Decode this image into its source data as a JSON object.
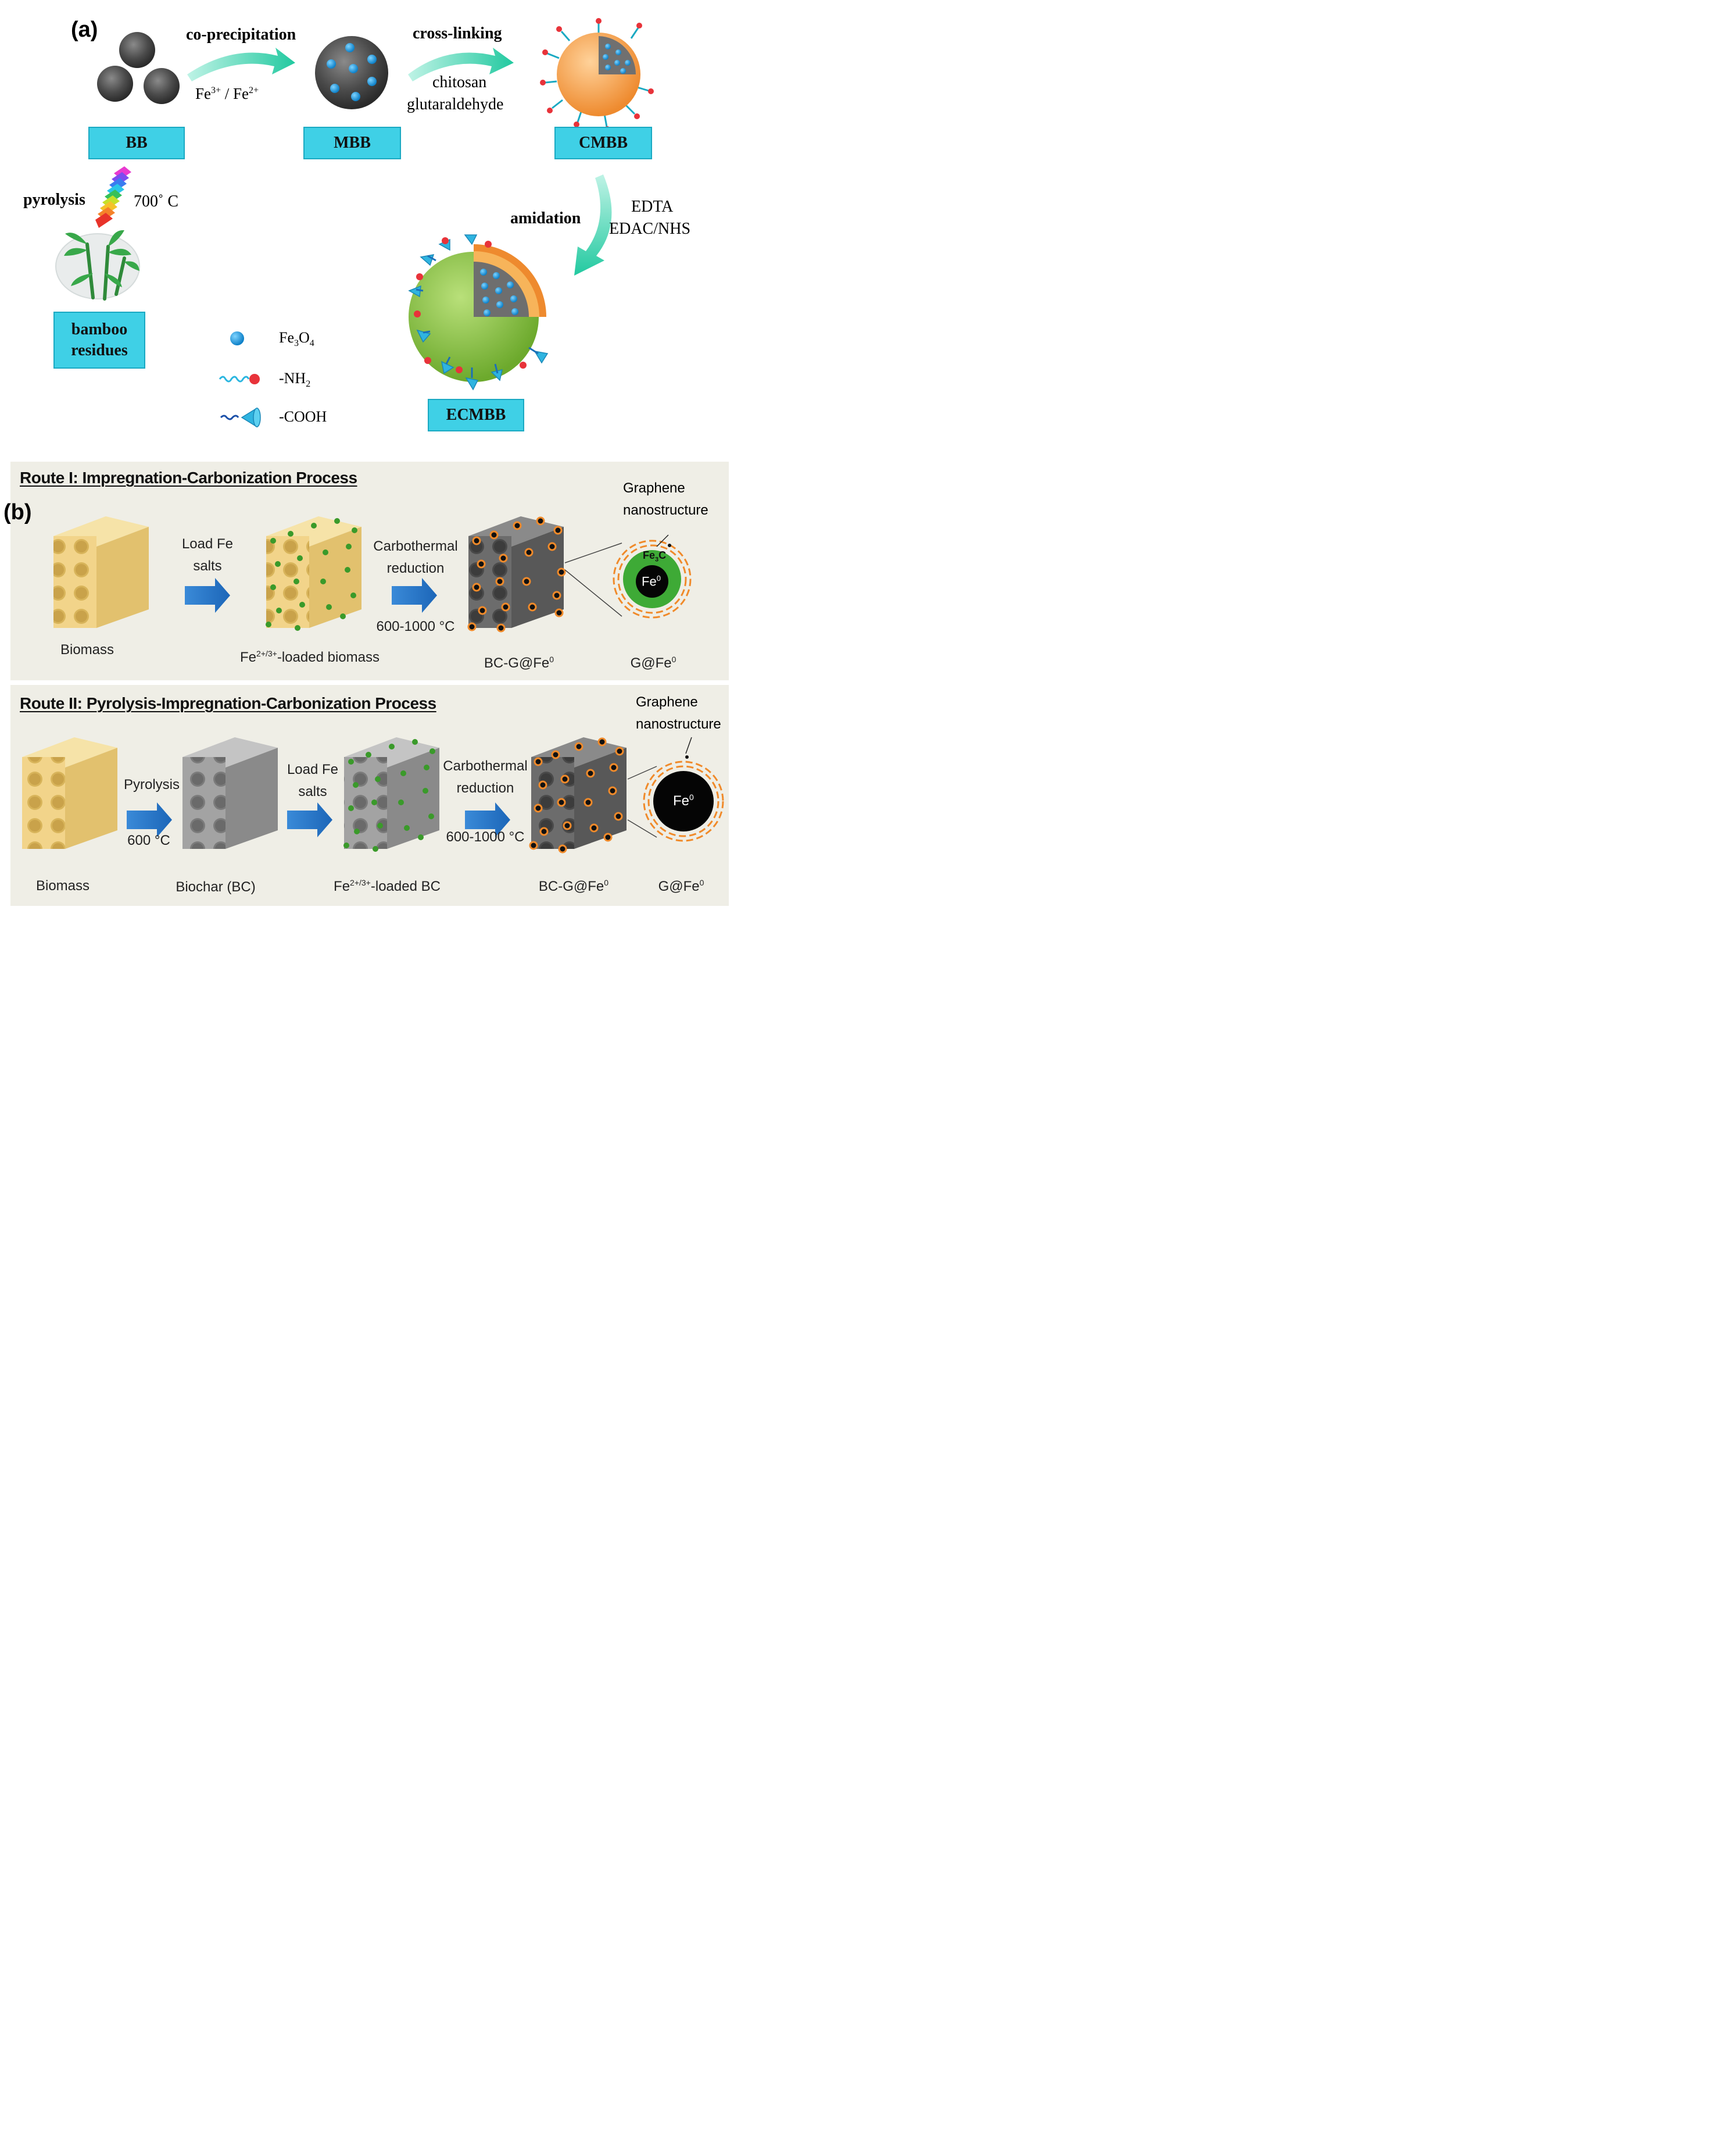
{
  "panel_a": {
    "label": "(a)",
    "step1": {
      "title": "co-precipitation",
      "reagent_pre": "Fe",
      "reagent_sup1": "3+",
      "reagent_mid": " / Fe",
      "reagent_sup2": "2+"
    },
    "step2": {
      "title": "cross-linking",
      "reagent_line1": "chitosan",
      "reagent_line2": "glutaraldehyde"
    },
    "step3": {
      "title": "amidation",
      "reagent_line1": "EDTA",
      "reagent_line2": "EDAC/NHS"
    },
    "pyrolysis": {
      "label": "pyrolysis",
      "temp": "700˚ C"
    },
    "boxes": {
      "bb": "BB",
      "mbb": "MBB",
      "cmbb": "CMBB",
      "ecmbb": "ECMBB",
      "bamboo_line1": "bamboo",
      "bamboo_line2": "residues"
    },
    "legend": {
      "fe3o4_base": "Fe",
      "fe3o4_sub1": "3",
      "fe3o4_mid": "O",
      "fe3o4_sub2": "4",
      "nh2_base": "-NH",
      "nh2_sub": "2",
      "cooh": "-COOH"
    },
    "colors": {
      "box": "#3fd0e6",
      "arrow": "#2fd3b0",
      "particle": "#1e9fe0",
      "shell": "#f4a04a",
      "ecmbb_shell": "#8cc83e",
      "amine_dot": "#e8333a"
    }
  },
  "panel_b": {
    "label": "(b)",
    "route1": {
      "title": "Route I: Impregnation-Carbonization Process",
      "step1_line1": "Load Fe",
      "step1_line2": "salts",
      "step2_line1": "Carbothermal",
      "step2_line2": "reduction",
      "step2_temp": "600-1000 °C",
      "lbl_biomass": "Biomass",
      "lbl_loaded_pre": "Fe",
      "lbl_loaded_sup": "2+/3+",
      "lbl_loaded_post": "-loaded  biomass",
      "lbl_bcg_pre": "BC-G@Fe",
      "lbl_bcg_sup": "0",
      "lbl_g_pre": "G@Fe",
      "lbl_g_sup": "0",
      "graphene_line1": "Graphene",
      "graphene_line2": "nanostructure",
      "core_fe3c_base": "Fe",
      "core_fe3c_sub": "3",
      "core_fe3c_end": "C",
      "core_fe_base": "Fe",
      "core_fe_sup": "0"
    },
    "route2": {
      "title": "Route II: Pyrolysis-Impregnation-Carbonization Process",
      "step1_line1": "Pyrolysis",
      "step1_temp": "600 °C",
      "step2_line1": "Load Fe",
      "step2_line2": "salts",
      "step3_line1": "Carbothermal",
      "step3_line2": "reduction",
      "step3_temp": "600-1000 °C",
      "lbl_biomass": "Biomass",
      "lbl_biochar": "Biochar (BC)",
      "lbl_loaded_pre": "Fe",
      "lbl_loaded_sup": "2+/3+",
      "lbl_loaded_post": "-loaded BC",
      "lbl_bcg_pre": "BC-G@Fe",
      "lbl_bcg_sup": "0",
      "lbl_g_pre": "G@Fe",
      "lbl_g_sup": "0",
      "graphene_line1": "Graphene",
      "graphene_line2": "nanostructure",
      "core_fe_base": "Fe",
      "core_fe_sup": "0"
    },
    "colors": {
      "panel_bg": "#efeee6",
      "arrow": "#2277c8",
      "biomass": "#f2d58a",
      "biochar": "#8f8f8f",
      "fe_dot": "#3a9a2a",
      "orange_ring": "#f08a2a"
    }
  }
}
